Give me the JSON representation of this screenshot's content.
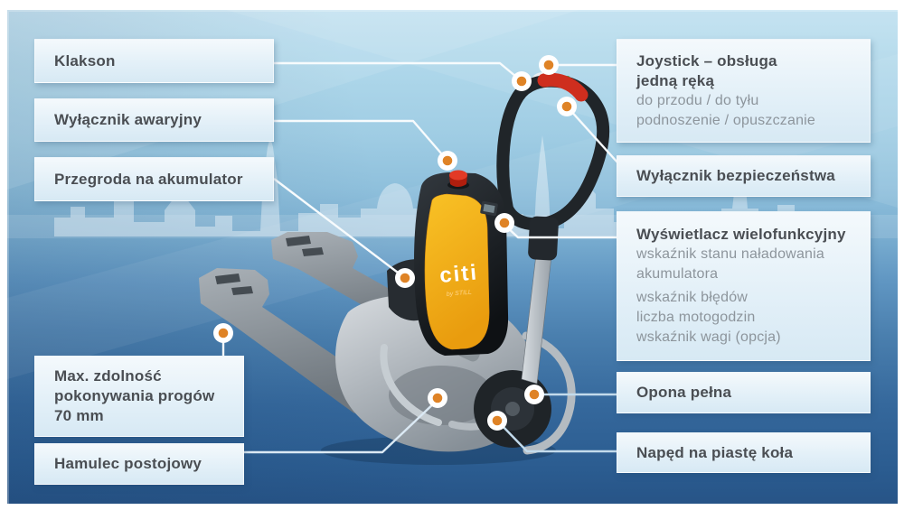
{
  "boxes": {
    "klakson": {
      "title": "Klakson"
    },
    "wylacznik_awaryjny": {
      "title": "Wyłącznik awaryjny"
    },
    "przegroda": {
      "title": "Przegroda na akumulator"
    },
    "max_zdolnosc": {
      "lines": [
        "Max. zdolność",
        "pokonywania progów",
        "70 mm"
      ]
    },
    "hamulec": {
      "title": "Hamulec postojowy"
    },
    "joystick": {
      "title_lines": [
        "Joystick – obsługa",
        "jedną ręką"
      ],
      "subs": [
        "do przodu / do tyłu",
        "podnoszenie / opuszczanie"
      ]
    },
    "bezpieczenstwa": {
      "title": "Wyłącznik bezpieczeństwa"
    },
    "wyswietlacz": {
      "title": "Wyświetlacz wielofunkcyjny",
      "subs": [
        "wskaźnik stanu naładowania",
        "akumulatora",
        "wskaźnik błędów",
        "liczba motogodzin",
        "wskaźnik wagi (opcja)"
      ]
    },
    "opona": {
      "title": "Opona pełna"
    },
    "naped": {
      "title": "Napęd na piastę koła"
    }
  },
  "truck": {
    "logo": "citi",
    "logo_sub": "by STILL"
  },
  "colors": {
    "dot_orange": "#df8326",
    "line_white": "#f7fbfd",
    "line_blue": "#c3dbec",
    "panel_yellow": "#f3ad18",
    "grip_red": "#ce2e1e",
    "title_text": "#4a4e53",
    "sub_text": "#8d959c"
  }
}
